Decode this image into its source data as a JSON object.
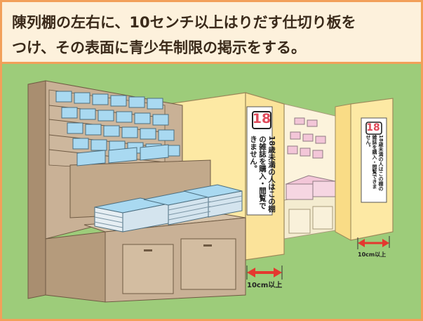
{
  "header": {
    "line1": "陳列棚の左右に、10センチ以上はりだす仕切り板を",
    "line2": "つけ、その表面に青少年制限の掲示をする。"
  },
  "sign_left": {
    "age": "18",
    "text": "18歳未満の人はこの棚の雑誌を購入・閲覧できません。"
  },
  "sign_right": {
    "age": "18",
    "text": "18歳未満の人はこの棚の雑誌を購入・閲覧できません。"
  },
  "measure_left": "10cm以上",
  "measure_right": "10cm以上",
  "colors": {
    "border": "#f2a05a",
    "header_bg": "#fdf1dc",
    "floor": "#9dcc7a",
    "shelf": "#c9b196",
    "partition": "#fde9a4",
    "magazines_blue": "#a9d9f1",
    "magazines_pink": "#f3c6d8",
    "arrow": "#e4382f"
  }
}
